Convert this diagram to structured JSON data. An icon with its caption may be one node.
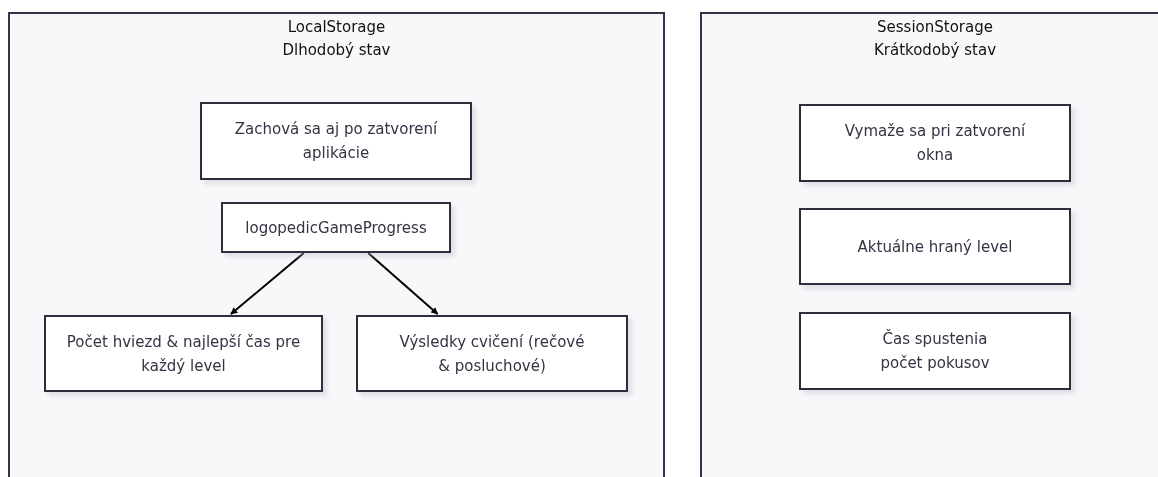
{
  "diagram": {
    "nodes": [
      {
        "text": [
          "LocalStorage",
          "Dlhodobý stav"
        ]
      },
      {
        "text": [
          "Zachová sa aj po zatvorení aplikácie"
        ],
        "in": 0
      },
      {
        "text": [
          "logopedicGameProgress"
        ],
        "in": 0
      },
      {
        "text": [
          "Počet hviezd & najlepší čas pre každý level"
        ],
        "in": 0
      },
      {
        "text": [
          "Výsledky cvičení (rečové & posluchové)"
        ],
        "in": 0
      },
      {
        "text": [
          "SessionStorage",
          "Krátkodobý stav"
        ]
      },
      {
        "text": [
          "Vymaže sa pri zatvorení okna"
        ],
        "in": 5
      },
      {
        "text": [
          "Aktuálne hraný level"
        ],
        "in": 5
      },
      {
        "text": [
          "Čas spustenia počet pokusov"
        ],
        "in": 5
      }
    ],
    "edges": [
      {
        "from": 2,
        "to": 3,
        "arrow": "to"
      },
      {
        "from": 2,
        "to": 4,
        "arrow": "to"
      }
    ]
  }
}
